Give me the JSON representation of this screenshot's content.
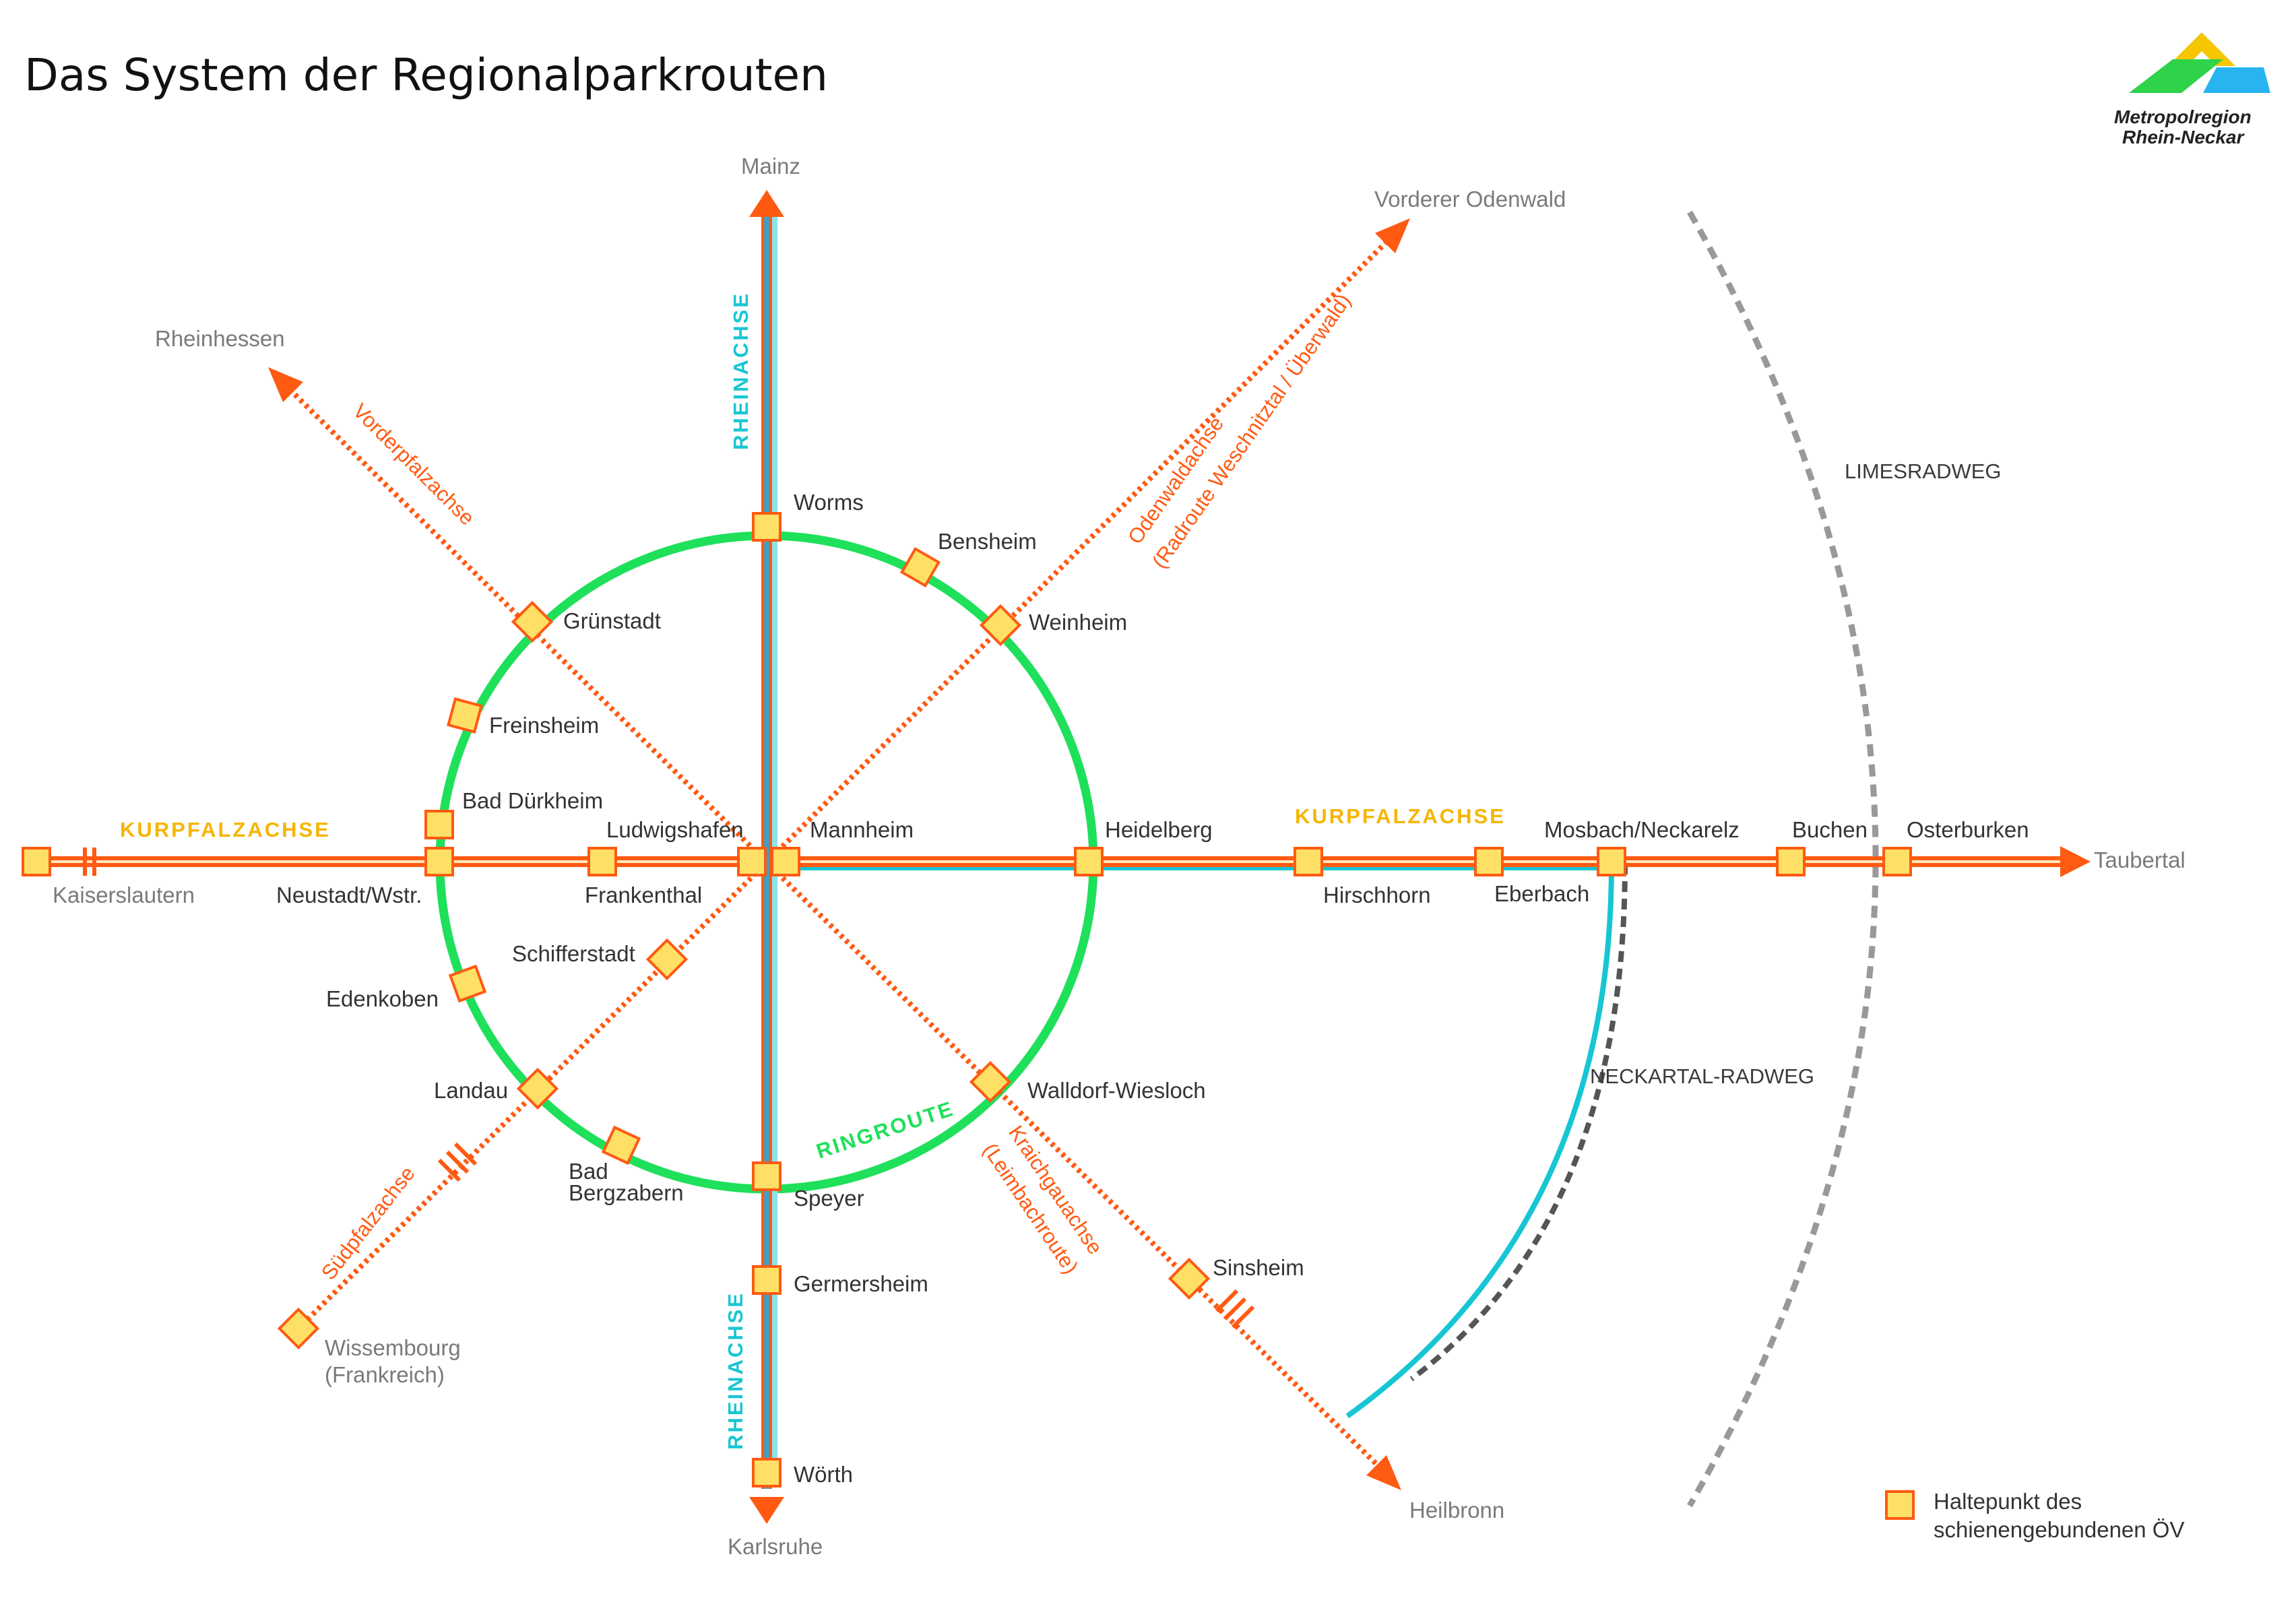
{
  "title": "Das System der Regionalparkrouten",
  "logo": {
    "line1": "Metropolregion",
    "line2": "Rhein-Neckar",
    "colors": [
      "#f6c600",
      "#2ed34a",
      "#28b4f0"
    ]
  },
  "colors": {
    "rheinachse": "#17c6d3",
    "rheinachse_inner": "#2a8fd8",
    "kurpfalzachse": "#ff5a12",
    "ringroute": "#1fe05a",
    "stop_fill": "#ffe066",
    "stop_border": "#ff5a12",
    "limesradweg": "#999999",
    "neckartal": "#555555"
  },
  "routes": {
    "rheinachse": "RHEINACHSE",
    "kurpfalzachse": "KURPFALZACHSE",
    "ringroute": "RINGROUTE",
    "vorderpfalzachse": "Vorderpfalzachse",
    "odenwaldachse_1": "Odenwaldachse",
    "odenwaldachse_2": "(Radroute Weschnitztal / Überwald)",
    "suedpfalzachse": "Südpfalzachse",
    "kraichgauachse_1": "Kraichgauachse",
    "kraichgauachse_2": "(Leimbachroute)",
    "limesradweg": "LIMESRADWEG",
    "neckartal": "NECKARTAL-RADWEG"
  },
  "destinations": {
    "mainz": "Mainz",
    "karlsruhe": "Karlsruhe",
    "rheinhessen": "Rheinhessen",
    "vorderer_odenwald": "Vorderer Odenwald",
    "kaiserslautern": "Kaiserslautern",
    "taubertal": "Taubertal",
    "heilbronn": "Heilbronn",
    "wissembourg_1": "Wissembourg",
    "wissembourg_2": "(Frankreich)"
  },
  "places": {
    "worms": "Worms",
    "bensheim": "Bensheim",
    "weinheim": "Weinheim",
    "gruenstadt": "Grünstadt",
    "freinsheim": "Freinsheim",
    "bad_duerkheim": "Bad Dürkheim",
    "ludwigshafen": "Ludwigshafen",
    "mannheim": "Mannheim",
    "heidelberg": "Heidelberg",
    "neustadt": "Neustadt/Wstr.",
    "frankenthal": "Frankenthal",
    "hirschhorn": "Hirschhorn",
    "eberbach": "Eberbach",
    "mosbach": "Mosbach/Neckarelz",
    "buchen": "Buchen",
    "osterburken": "Osterburken",
    "schifferstadt": "Schifferstadt",
    "edenkoben": "Edenkoben",
    "landau": "Landau",
    "walldorf": "Walldorf-Wiesloch",
    "bad_bergzabern_1": "Bad",
    "bad_bergzabern_2": "Bergzabern",
    "speyer": "Speyer",
    "germersheim": "Germersheim",
    "sinsheim": "Sinsheim",
    "woerth": "Wörth"
  },
  "legend": {
    "line1": "Haltepunkt des",
    "line2": "schienengebundenen ÖV"
  }
}
